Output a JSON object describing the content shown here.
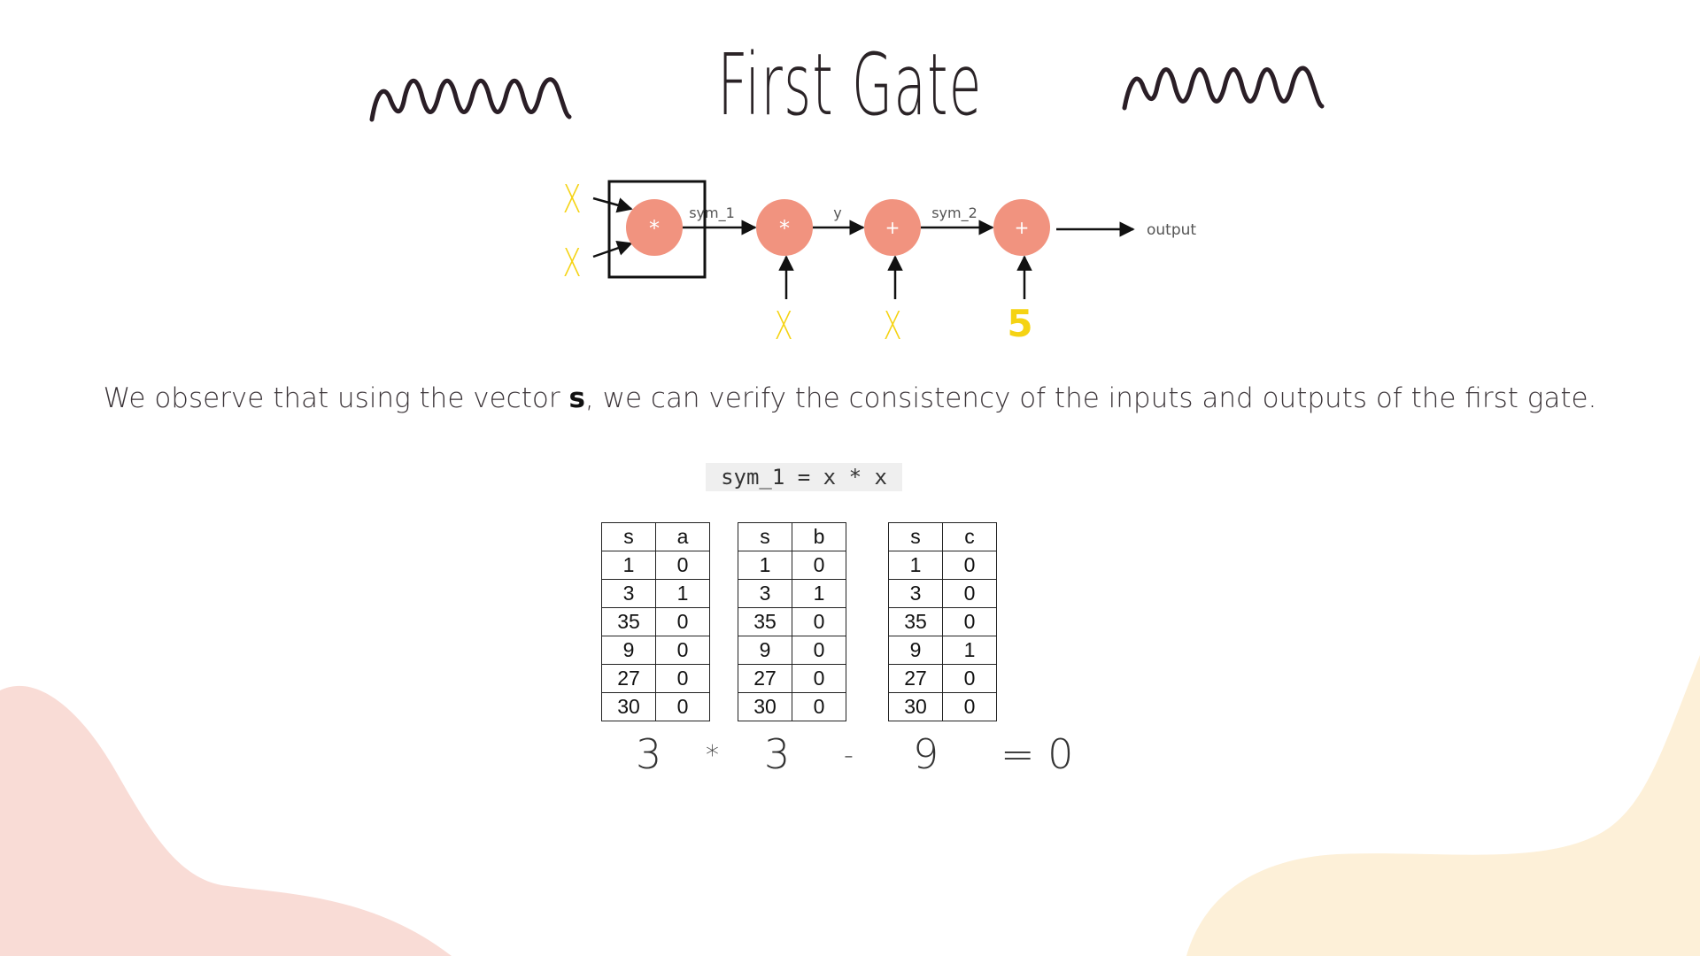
{
  "title": "First Gate",
  "diagram": {
    "gate_symbols": [
      "*",
      "*",
      "+",
      "+"
    ],
    "edge_labels": [
      "sym_1",
      "y",
      "sym_2"
    ],
    "output_label": "output",
    "inputs": [
      "X",
      "X",
      "X",
      "X",
      "5"
    ]
  },
  "sentence": {
    "before": "We observe that using the vector ",
    "bold": "s",
    "after": ", we can verify the consistency of the inputs and outputs of the first gate."
  },
  "code": "sym_1 = x * x",
  "tables": [
    {
      "headers": [
        "s",
        "a"
      ],
      "rows": [
        [
          "1",
          "0"
        ],
        [
          "3",
          "1"
        ],
        [
          "35",
          "0"
        ],
        [
          "9",
          "0"
        ],
        [
          "27",
          "0"
        ],
        [
          "30",
          "0"
        ]
      ]
    },
    {
      "headers": [
        "s",
        "b"
      ],
      "rows": [
        [
          "1",
          "0"
        ],
        [
          "3",
          "1"
        ],
        [
          "35",
          "0"
        ],
        [
          "9",
          "0"
        ],
        [
          "27",
          "0"
        ],
        [
          "30",
          "0"
        ]
      ]
    },
    {
      "headers": [
        "s",
        "c"
      ],
      "rows": [
        [
          "1",
          "0"
        ],
        [
          "3",
          "0"
        ],
        [
          "35",
          "0"
        ],
        [
          "9",
          "1"
        ],
        [
          "27",
          "0"
        ],
        [
          "30",
          "0"
        ]
      ]
    }
  ],
  "equation": {
    "a_value": "3",
    "times": "*",
    "b_value": "3",
    "minus": "-",
    "c_value": "9",
    "result": "= 0"
  },
  "colors": {
    "node": "#f1937f",
    "input_letters": "#f5d313",
    "blob_left": "#f9dcd6",
    "blob_right": "#fdf0d8"
  }
}
